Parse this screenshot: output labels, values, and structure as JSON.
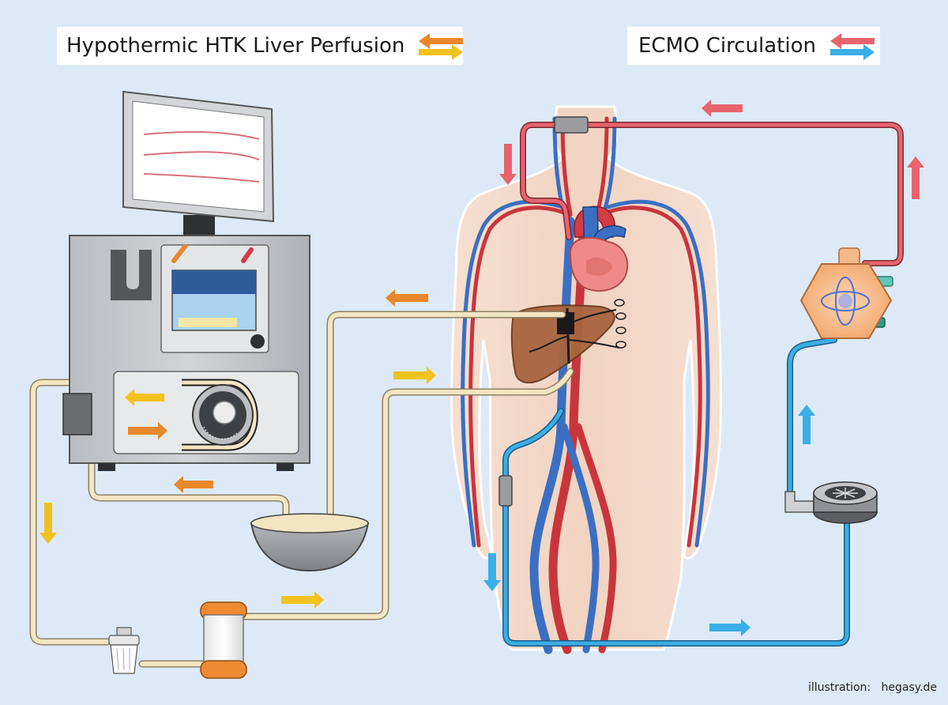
{
  "legend_htk": {
    "title": "Hypothermic HTK Liver Perfusion",
    "arrow_colors": [
      "#e8882a",
      "#f1c21d"
    ]
  },
  "legend_ecmo": {
    "title": "ECMO Circulation",
    "arrow_colors": [
      "#e8636e",
      "#3aaee6"
    ]
  },
  "credit": {
    "label": "illustration:",
    "author": "hegasy.de"
  },
  "colors": {
    "background": "#dde9f6",
    "htk_tubing": "#f3e5c2",
    "ecmo_arterial": "#e8636e",
    "ecmo_venous": "#3aaee6",
    "flow_orange": "#e8882a",
    "flow_yellow": "#f1c21d",
    "artery_red": "#c9353d",
    "vein_blue": "#3a6fc4",
    "liver": "#a8653f",
    "heart": "#f08a8a",
    "body": "#f2d7c7"
  },
  "icons": [
    "flow-arrow-icon",
    "heart-icon",
    "liver-icon",
    "oxygenator-icon",
    "centrifugal-pump-icon",
    "roller-pump-icon",
    "filter-icon",
    "bubble-trap-icon",
    "reservoir-bowl-icon",
    "monitor-icon"
  ]
}
